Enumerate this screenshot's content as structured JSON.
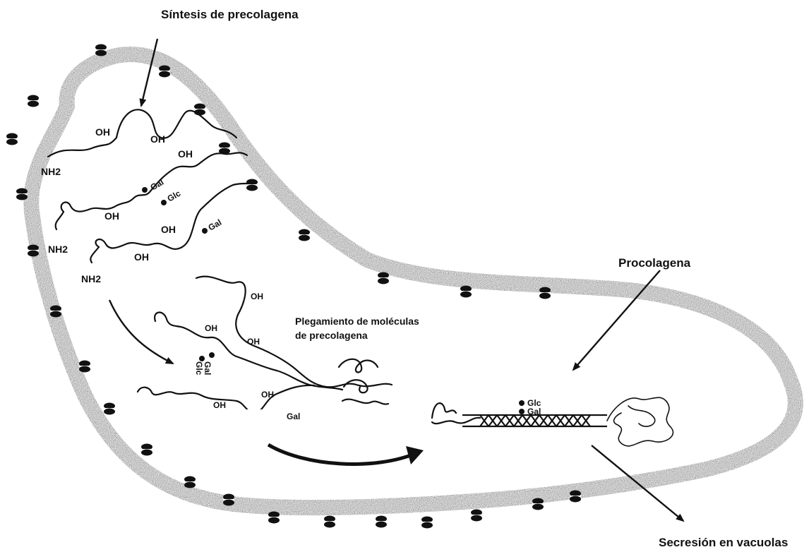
{
  "labels": {
    "synthesis": "Síntesis de precolagena",
    "procollagen": "Procolagena",
    "folding_line1": "Plegamiento de moléculas",
    "folding_line2": "de precolagena",
    "secretion": "Secresión en vacuolas"
  },
  "chem": {
    "oh": "OH",
    "nh2": "NH2",
    "gal": "Gal",
    "glc": "Glc",
    "glc_alt": "Glc"
  },
  "colors": {
    "membrane": "#8f8f8f",
    "ink": "#111111",
    "background": "#ffffff"
  },
  "icons": {
    "receptor": "membrane-receptor-icon",
    "sugar_dot": "sugar-dot-icon"
  }
}
